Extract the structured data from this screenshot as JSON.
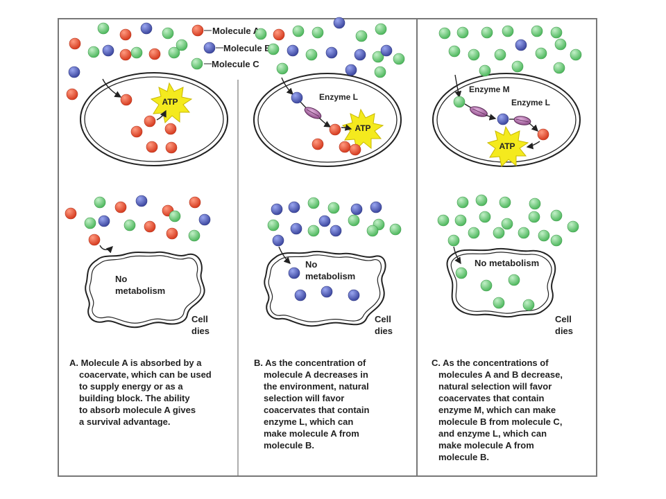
{
  "legend": {
    "molecule_a": "Molecule A",
    "molecule_b": "Molecule B",
    "molecule_c": "Molecule C"
  },
  "colors": {
    "molecule_a": "#e2492c",
    "molecule_b": "#5562b8",
    "molecule_c": "#6cc77a",
    "enzyme": "#b06aa7",
    "atp": "#f4ea1e",
    "frame": "#7a7a7a"
  },
  "labels": {
    "atp": "ATP",
    "enzyme_l": "Enzyme L",
    "enzyme_m": "Enzyme M",
    "no_metabolism_line1": "No",
    "no_metabolism_line2": "metabolism",
    "no_metabolism_c": "No metabolism",
    "cell_dies_line1": "Cell",
    "cell_dies_line2": "dies"
  },
  "captions": {
    "a": [
      "A. Molecule A is absorbed by a",
      "coacervate, which can be used",
      "to supply energy or as a",
      "building block. The ability",
      "to absorb molecule A gives",
      "a survival advantage."
    ],
    "b": [
      "B. As the concentration of",
      "molecule A decreases in",
      "the environment, natural",
      "selection will favor",
      "coacervates that contain",
      "enzyme L, which can",
      "make molecule A from",
      "molecule B."
    ],
    "c": [
      "C. As the concentrations of",
      "molecules A and B decrease,",
      "natural selection will favor",
      "coacervates that contain",
      "enzyme M, which can make",
      "molecule B from molecule C,",
      "and enzyme L, which can",
      "make molecule A from",
      "molecule B."
    ]
  }
}
